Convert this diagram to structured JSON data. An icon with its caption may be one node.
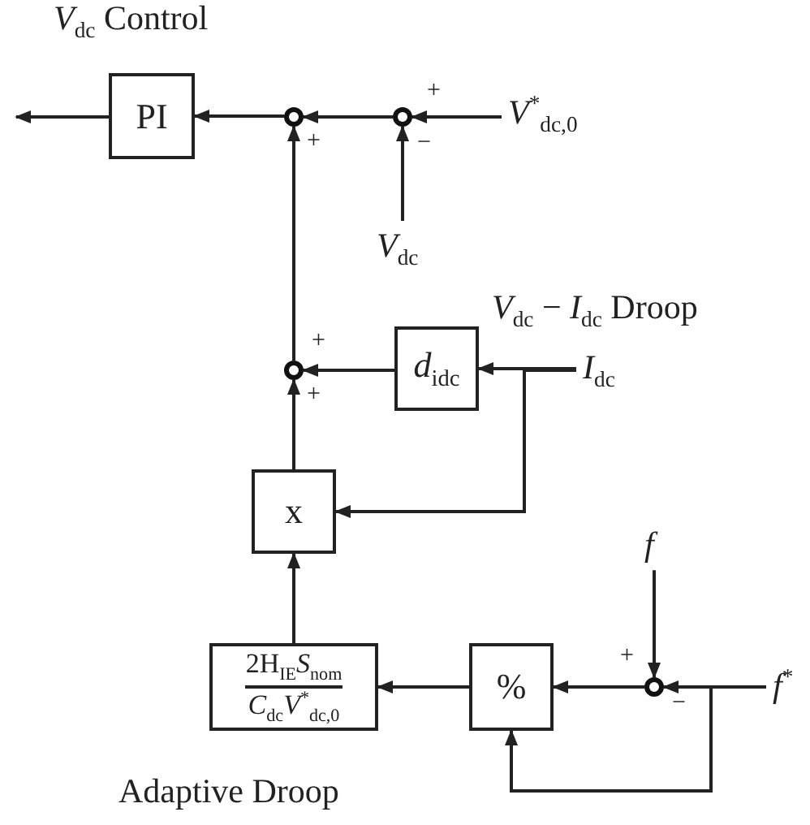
{
  "diagram": {
    "nodes": [
      {
        "text": [
          "PI"
        ]
      },
      {
        "text": [],
        "shape": "circle"
      },
      {
        "text": [],
        "shape": "circle"
      },
      {
        "text": [
          "*V*$^{*}$$_{dc,0}$"
        ]
      },
      {
        "text": [
          "*V*$_{dc}$"
        ]
      },
      {
        "text": [],
        "shape": "circle"
      },
      {
        "text": [
          "*d*$_{idc}$"
        ]
      },
      {
        "text": [
          "*I*$_{dc}$"
        ]
      },
      {
        "text": [
          "x"
        ]
      },
      {
        "text": [
          "2H$_{IE}$*S*$_{nom}$",
          "*C*$_{dc}$*V*$^{*}$$_{dc,0}$"
        ]
      },
      {
        "text": [
          "%"
        ]
      },
      {
        "text": [],
        "shape": "circle"
      },
      {
        "text": [
          "*f*"
        ]
      },
      {
        "text": [
          "*f*$^{*}$"
        ]
      }
    ],
    "edges": [
      {
        "from": 0,
        "to": null,
        "arrow": "to"
      },
      {
        "from": 1,
        "to": 0,
        "arrow": "to"
      },
      {
        "from": 2,
        "to": 1,
        "arrow": "to"
      },
      {
        "from": 3,
        "to": 2,
        "arrow": "to"
      },
      {
        "from": 4,
        "to": 2,
        "arrow": "to"
      },
      {
        "from": 5,
        "to": 1,
        "arrow": "to"
      },
      {
        "from": 6,
        "to": 5,
        "arrow": "to"
      },
      {
        "from": 7,
        "to": 6,
        "arrow": "to"
      },
      {
        "from": 7,
        "to": 8,
        "arrow": "to"
      },
      {
        "from": 8,
        "to": 5,
        "arrow": "to"
      },
      {
        "from": 9,
        "to": 8,
        "arrow": "to"
      },
      {
        "from": 10,
        "to": 9,
        "arrow": "to"
      },
      {
        "from": 11,
        "to": 10,
        "arrow": "to"
      },
      {
        "from": 12,
        "to": 11,
        "arrow": "to"
      },
      {
        "from": 13,
        "to": 11,
        "arrow": "to"
      },
      {
        "from": 13,
        "to": 10,
        "arrow": "to"
      }
    ],
    "labels": [
      "*V*$_{dc}$ Control",
      "+",
      "+",
      "−",
      "*V*$_{dc}$ − *I*$_{dc}$ Droop",
      "+",
      "+",
      "+",
      "−",
      "Adaptive Droop"
    ]
  }
}
